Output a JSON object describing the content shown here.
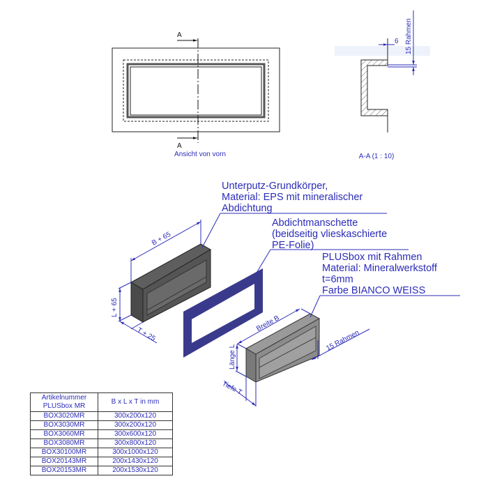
{
  "front_view": {
    "section_mark": "A",
    "caption": "Ansicht von vorn"
  },
  "section_view": {
    "caption": "A-A (1 : 10)",
    "dim_thickness": "6",
    "dim_frame": "15 Rahmen"
  },
  "callouts": {
    "base_body": [
      "Unterputz-Grundkörper,",
      "Material: EPS mit mineralischer",
      "Abdichtung"
    ],
    "sealing_sleeve": [
      "Abdichtmanschette",
      "(beidseitig vlieskaschierte",
      "PE-Folie)"
    ],
    "plusbox": [
      "PLUSbox mit Rahmen",
      "Material: Mineralwerkstoff",
      "t=6mm",
      "Farbe BIANCO WEISS"
    ]
  },
  "dimensions": {
    "base_width": "B + 65",
    "base_length": "L + 65",
    "base_depth": "T + 25",
    "box_width": "Breite B",
    "box_length": "Länge L",
    "box_depth": "Tiefe T",
    "box_frame": "15 Rahmen"
  },
  "colors": {
    "annotation": "#2b2bb8",
    "seal": "#3a3a8c",
    "base_body": "#5a5a5a",
    "plusbox": "#8c8c8c"
  },
  "table": {
    "headers": [
      "Artikelnummer PLUSbox MR",
      "B x L x T in mm"
    ],
    "rows": [
      [
        "BOX3020MR",
        "300x200x120"
      ],
      [
        "BOX3030MR",
        "300x200x120"
      ],
      [
        "BOX3060MR",
        "300x600x120"
      ],
      [
        "BOX3080MR",
        "300x800x120"
      ],
      [
        "BOX30100MR",
        "300x1000x120"
      ],
      [
        "BOX20143MR",
        "200x1430x120"
      ],
      [
        "BOX20153MR",
        "200x1530x120"
      ]
    ]
  }
}
